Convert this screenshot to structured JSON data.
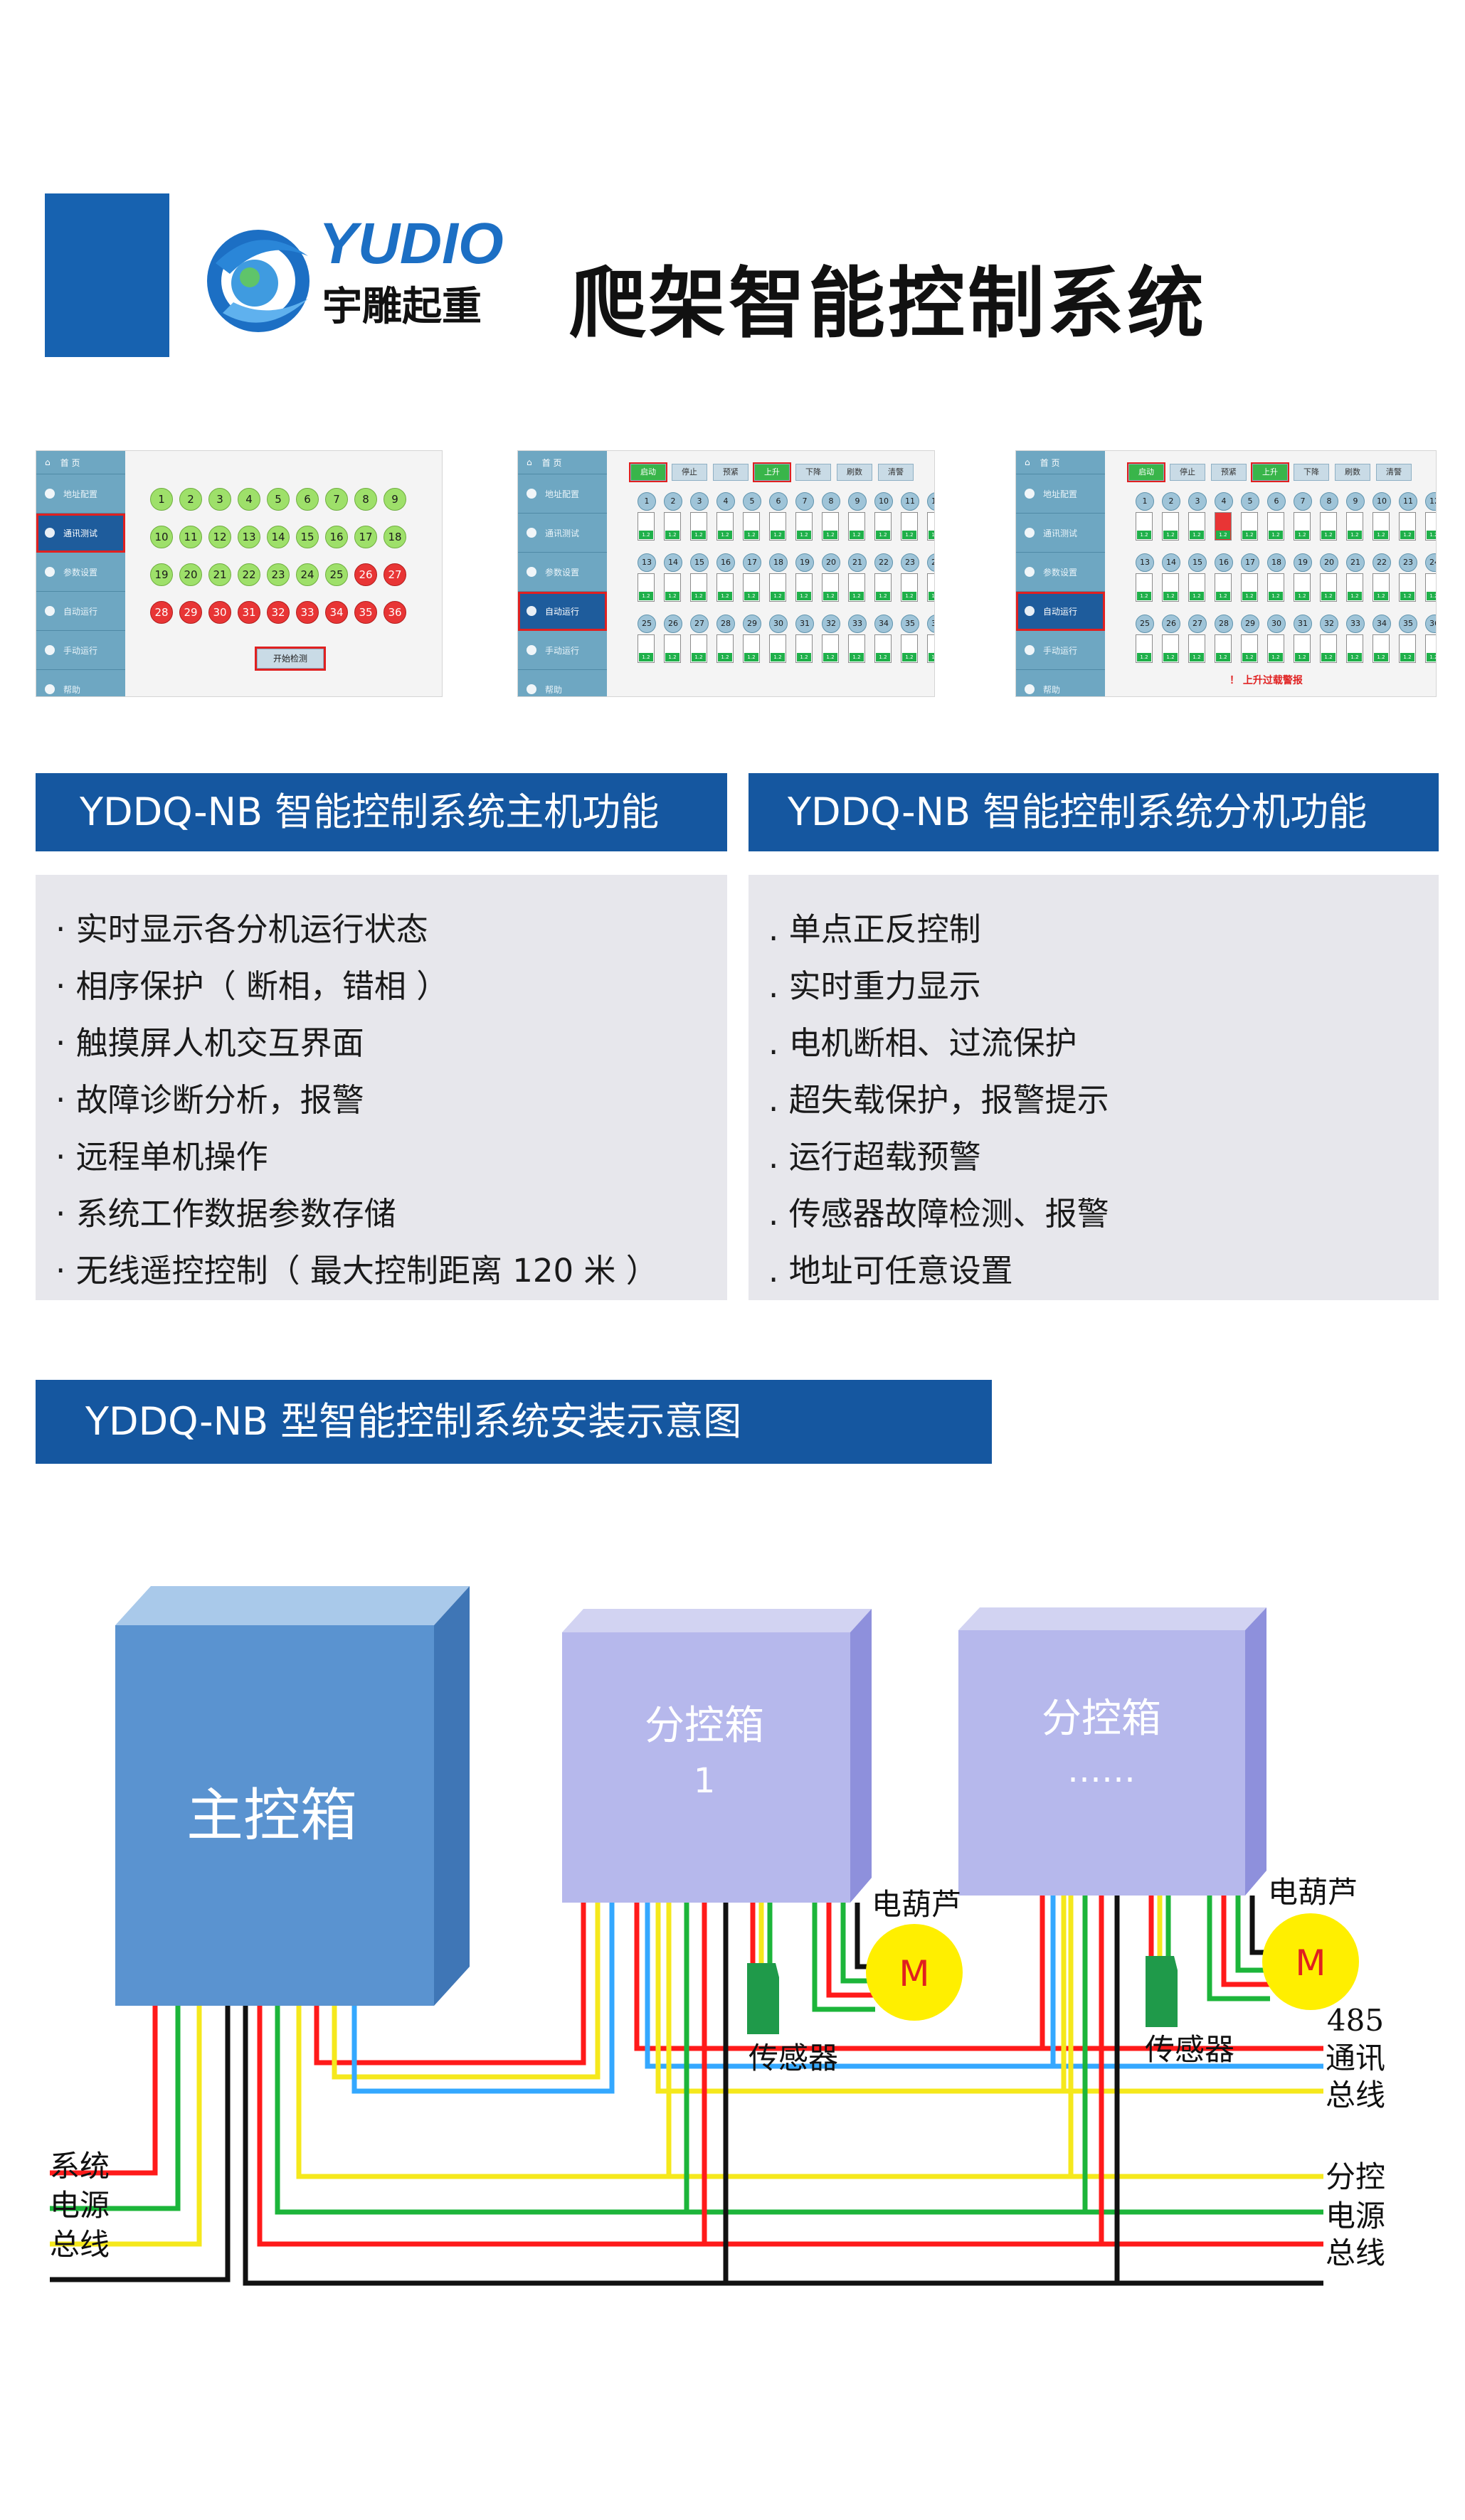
{
  "header": {
    "logo_word": "YUDIO",
    "logo_cn": "宇雕起重",
    "title": "爬架智能控制系统"
  },
  "screenshots": {
    "sidebar_home": "首 页",
    "sidebar_items": [
      "地址配置",
      "通讯测试",
      "参数设置",
      "自动运行",
      "手动运行",
      "帮助"
    ],
    "shot1": {
      "green_nums": [
        1,
        2,
        3,
        4,
        5,
        6,
        7,
        8,
        9,
        10,
        11,
        12,
        13,
        14,
        15,
        16,
        17,
        18,
        19,
        20,
        21,
        22,
        23,
        24,
        25
      ],
      "red_nums": [
        26,
        27,
        28,
        29,
        30,
        31,
        32,
        33,
        34,
        35,
        36
      ],
      "start_button": "开始检测"
    },
    "toolbar": [
      "启动",
      "停止",
      "预紧",
      "上升",
      "下降",
      "刷数",
      "清警"
    ],
    "bar_value": "1.2",
    "alarm_text": "！ 上升过载警报"
  },
  "main_functions": {
    "title": "YDDQ-NB 智能控制系统主机功能",
    "items": [
      "· 实时显示各分机运行状态",
      "· 相序保护（ 断相，错相 ）",
      "· 触摸屏人机交互界面",
      "· 故障诊断分析，报警",
      "· 远程单机操作",
      "· 系统工作数据参数存储",
      "· 无线遥控控制（ 最大控制距离 120 米 ）"
    ]
  },
  "sub_functions": {
    "title": "YDDQ-NB 智能控制系统分机功能",
    "items": [
      ". 单点正反控制",
      ". 实时重力显示",
      ". 电机断相、过流保护",
      ". 超失载保护，报警提示",
      ". 运行超载预警",
      ". 传感器故障检测、报警",
      ". 地址可任意设置"
    ]
  },
  "install": {
    "title": "YDDQ-NB 型智能控制系统安装示意图",
    "main_box": "主控箱",
    "sub_box_1": "分控箱",
    "sub_box_1_no": "1",
    "sub_box_2": "分控箱",
    "sub_box_2_no": "……",
    "hoist": "电葫芦",
    "motor": "M",
    "sensor": "传感器",
    "left_label": [
      "系统",
      "电源",
      "总线"
    ],
    "right_bus": [
      "485",
      "通讯",
      "总线"
    ],
    "right_power": [
      "分控",
      "电源",
      "总线"
    ]
  },
  "colors": {
    "brand_blue": "#1557a0",
    "wire_red": "#ff1a1a",
    "wire_green": "#1cb53a",
    "wire_yellow": "#f5e81c",
    "wire_black": "#111111",
    "wire_blue": "#34a8ff"
  }
}
